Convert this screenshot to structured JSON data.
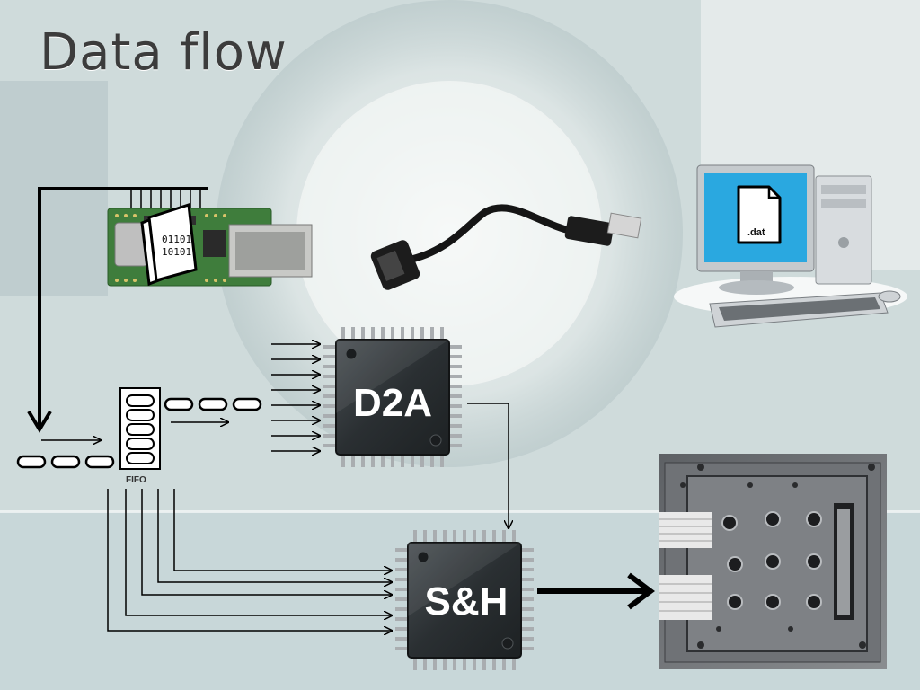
{
  "slide": {
    "title": "Data flow"
  },
  "diagram": {
    "microcontroller_bits_line1": "01101",
    "microcontroller_bits_line2": "10101",
    "file_label": ".dat",
    "fifo_label": "FIFO",
    "d2a_label": "D2A",
    "sh_label": "S&H"
  },
  "colors": {
    "chip_body": "#2e3336",
    "pin": "#a9adb0",
    "wire": "#000000",
    "pcb_green": "#3f7d3c",
    "monitor_blue": "#2aa8e0"
  }
}
